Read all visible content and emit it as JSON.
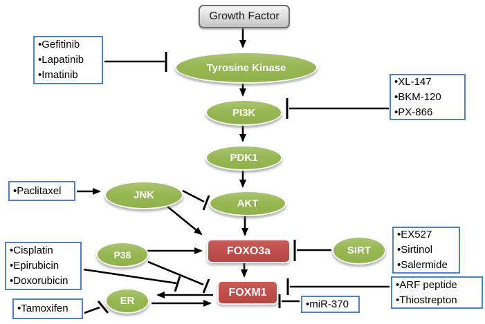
{
  "colors": {
    "node-green": "#9bbb59",
    "node-red": "#c0504d",
    "box-border-blue": "#4f81bd",
    "growth-factor-gray": "#d9d9d9",
    "line-black": "#000000",
    "background": "#ffffff"
  },
  "nodes": {
    "growth_factor": {
      "label": "Growth Factor"
    },
    "tyrosine_kinase": {
      "label": "Tyrosine Kinase"
    },
    "pi3k": {
      "label": "PI3K"
    },
    "pdk1": {
      "label": "PDK1"
    },
    "akt": {
      "label": "AKT"
    },
    "jnk": {
      "label": "JNK"
    },
    "p38": {
      "label": "P38"
    },
    "sirt": {
      "label": "SIRT"
    },
    "er": {
      "label": "ER"
    },
    "foxo3a": {
      "label": "FOXO3a"
    },
    "foxm1": {
      "label": "FOXM1"
    }
  },
  "drug_boxes": {
    "tk_inhibitors": {
      "items": [
        "•Gefitinib",
        "•Lapatinib",
        "•Imatinib"
      ]
    },
    "pi3k_inhibitors": {
      "items": [
        "•XL-147",
        "•BKM-120",
        "•PX-866"
      ]
    },
    "paclitaxel": {
      "items": [
        "•Paclitaxel"
      ]
    },
    "sirt_inhibitors": {
      "items": [
        "•EX527",
        "•Sirtinol",
        "•Salermide"
      ]
    },
    "chemo_agents": {
      "items": [
        "•Cisplatin",
        "•Epirubicin",
        "•Doxorubicin"
      ]
    },
    "tamoxifen": {
      "items": [
        "•Tamoxifen"
      ]
    },
    "foxm1_inhibitors": {
      "items": [
        "•ARF peptide",
        "•Thiostrepton"
      ]
    },
    "mir370": {
      "items": [
        "•miR-370"
      ]
    }
  },
  "edges": [
    {
      "from": "Growth Factor",
      "to": "Tyrosine Kinase",
      "type": "activation"
    },
    {
      "from": "Gefitinib/Lapatinib/Imatinib",
      "to": "Tyrosine Kinase",
      "type": "inhibition"
    },
    {
      "from": "Tyrosine Kinase",
      "to": "PI3K",
      "type": "activation"
    },
    {
      "from": "XL-147/BKM-120/PX-866",
      "to": "PI3K",
      "type": "inhibition"
    },
    {
      "from": "PI3K",
      "to": "PDK1",
      "type": "activation"
    },
    {
      "from": "PDK1",
      "to": "AKT",
      "type": "activation"
    },
    {
      "from": "Paclitaxel",
      "to": "JNK",
      "type": "activation"
    },
    {
      "from": "JNK",
      "to": "AKT",
      "type": "inhibition"
    },
    {
      "from": "JNK",
      "to": "FOXO3a",
      "type": "activation"
    },
    {
      "from": "AKT",
      "to": "FOXO3a",
      "type": "activation"
    },
    {
      "from": "P38",
      "to": "FOXO3a",
      "type": "activation"
    },
    {
      "from": "SIRT",
      "to": "FOXO3a",
      "type": "inhibition"
    },
    {
      "from": "EX527/Sirtinol/Salermide",
      "to": "SIRT",
      "type": "inhibition"
    },
    {
      "from": "FOXO3a",
      "to": "FOXM1",
      "type": "activation"
    },
    {
      "from": "Cisplatin/Epirubicin/Doxorubicin",
      "to": "FOXM1",
      "type": "inhibition"
    },
    {
      "from": "P38",
      "to": "FOXM1",
      "type": "inhibition"
    },
    {
      "from": "FOXM1",
      "to": "ER",
      "type": "activation"
    },
    {
      "from": "ER",
      "to": "FOXM1",
      "type": "activation"
    },
    {
      "from": "Tamoxifen",
      "to": "ER",
      "type": "inhibition"
    },
    {
      "from": "ARF peptide/Thiostrepton",
      "to": "FOXM1",
      "type": "inhibition"
    },
    {
      "from": "miR-370",
      "to": "FOXM1",
      "type": "inhibition"
    }
  ]
}
